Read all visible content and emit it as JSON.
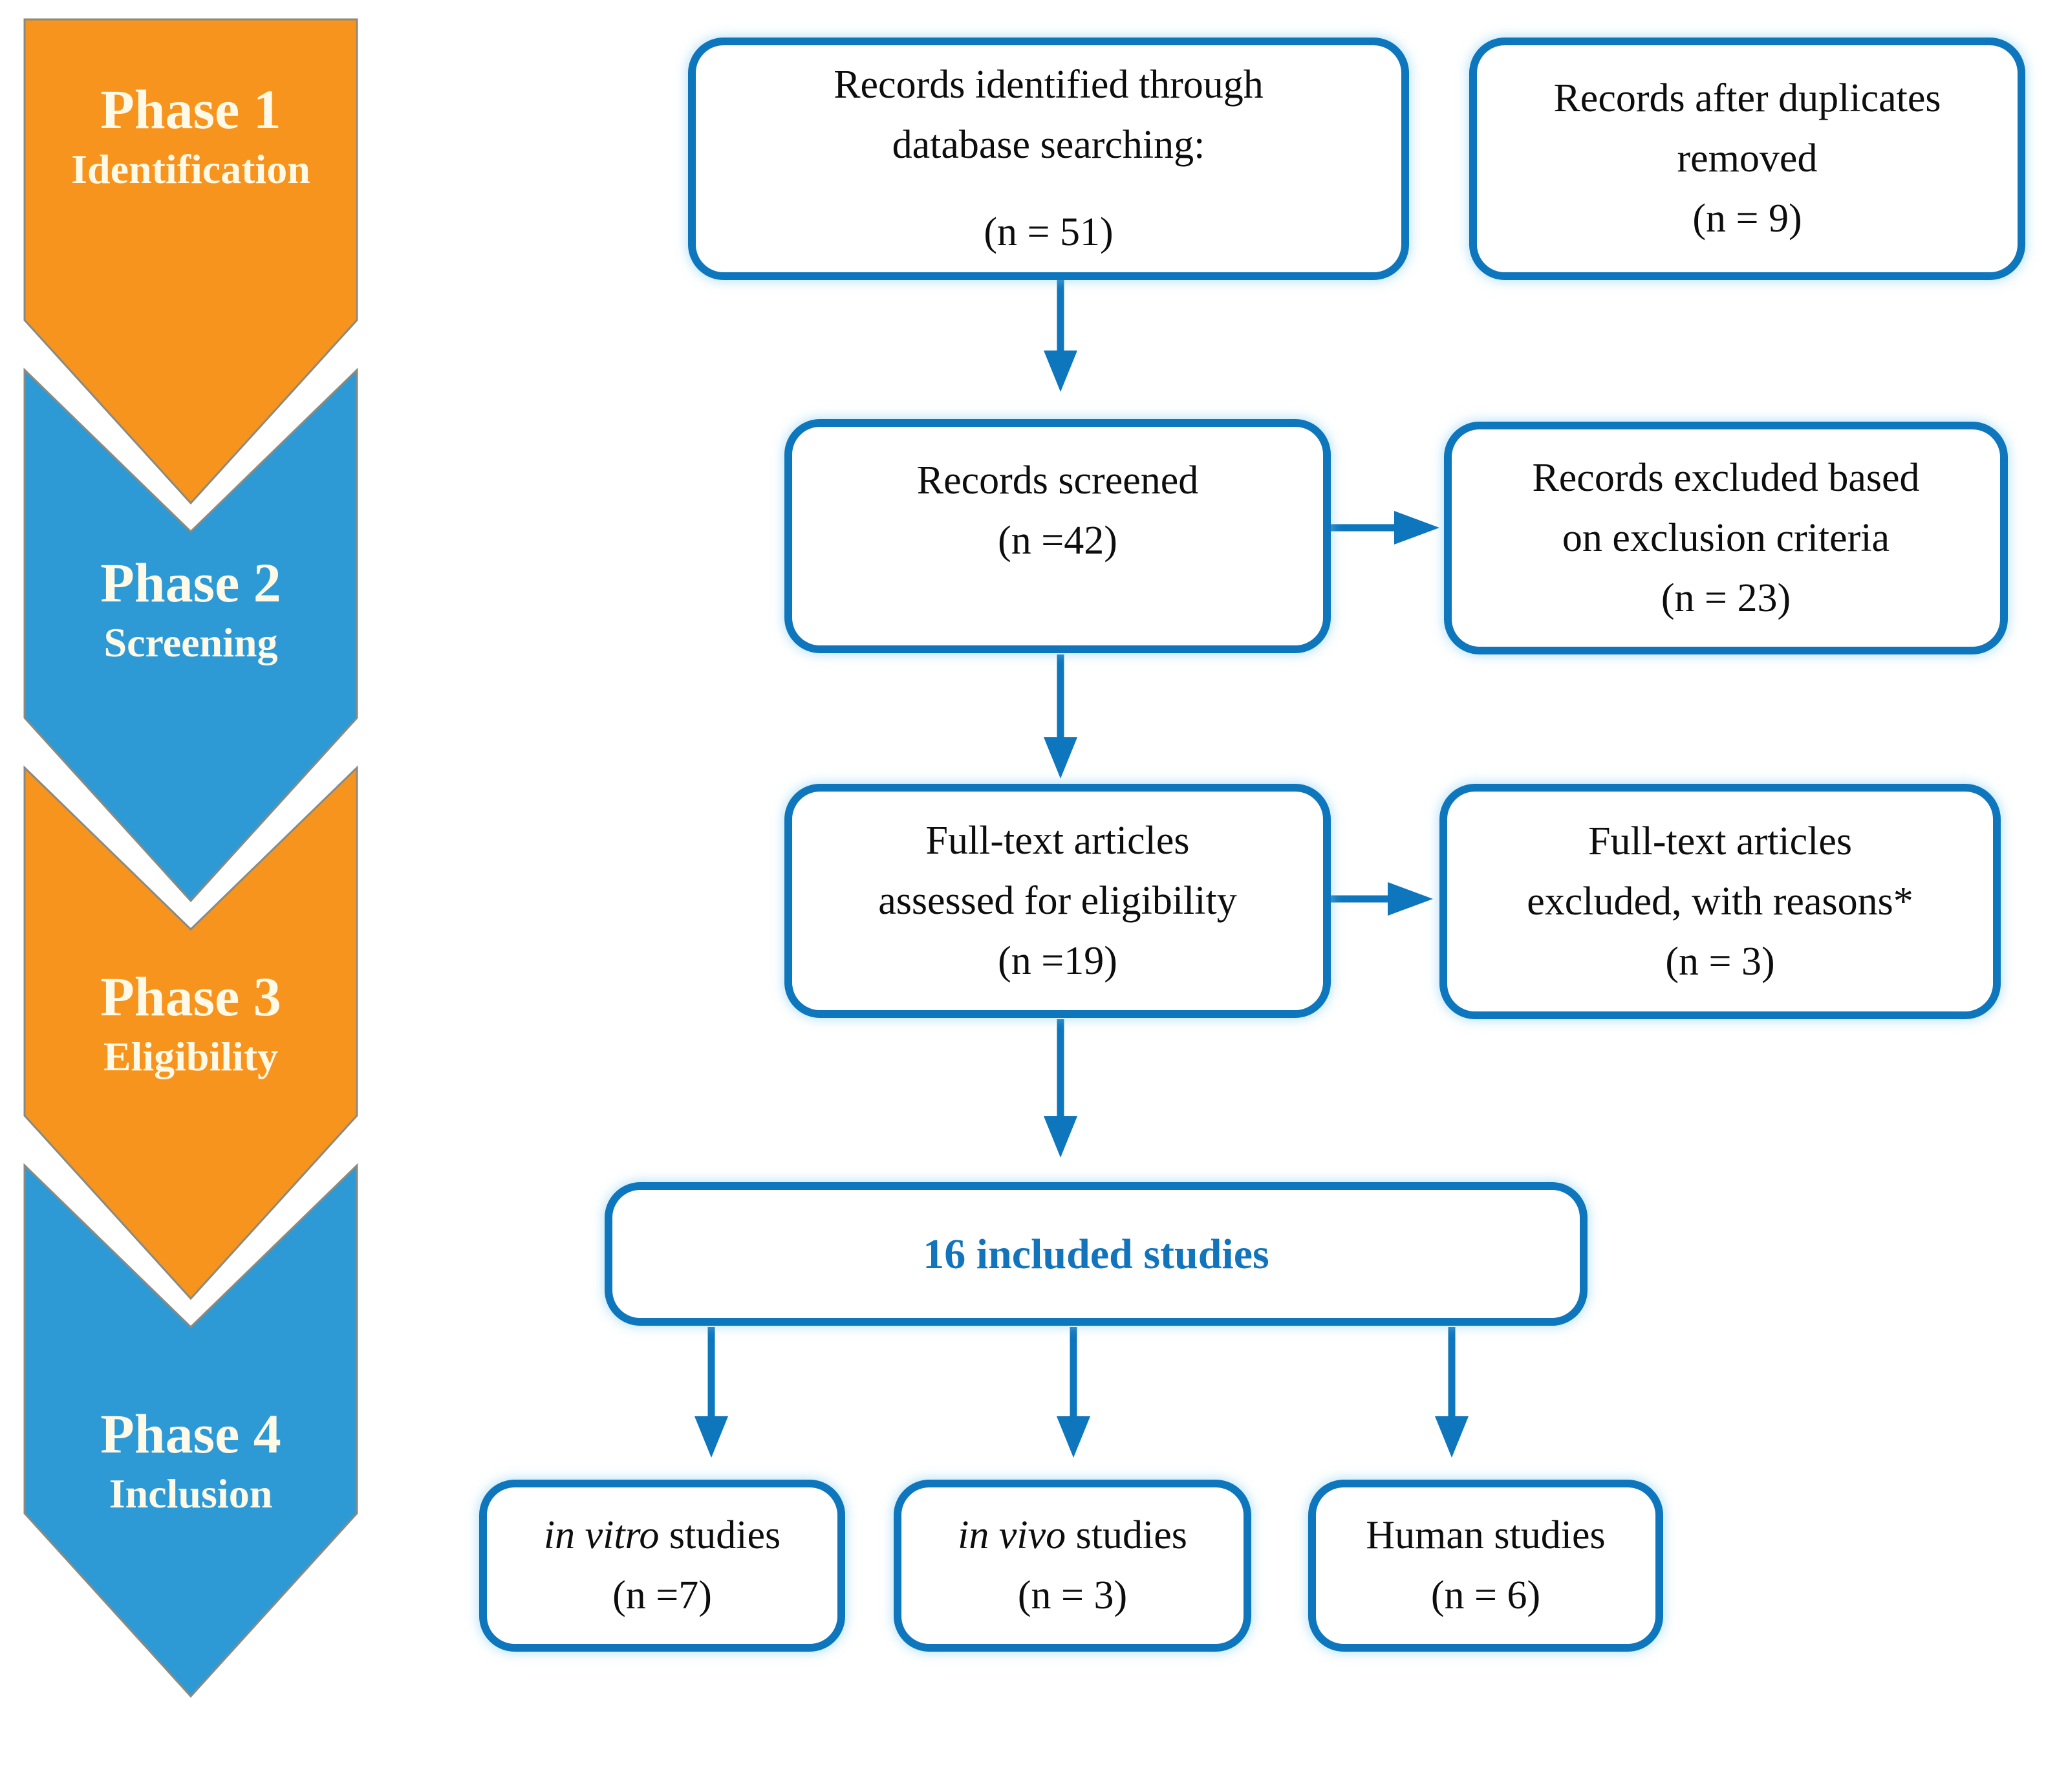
{
  "phases": [
    {
      "label": "Phase 1",
      "sublabel": "Identification",
      "color": "#F7941D"
    },
    {
      "label": "Phase 2",
      "sublabel": "Screening",
      "color": "#2E9AD5"
    },
    {
      "label": "Phase 3",
      "sublabel": "Eligibility",
      "color": "#F7941D"
    },
    {
      "label": "Phase 4",
      "sublabel": "Inclusion",
      "color": "#2E9AD5"
    }
  ],
  "boxes": {
    "identified": {
      "lines": [
        "Records identified through",
        "database searching:"
      ],
      "count": "(n = 51)"
    },
    "duplicates_removed": {
      "lines": [
        "Records after duplicates",
        "removed"
      ],
      "count": "(n = 9)"
    },
    "screened": {
      "lines": [
        "Records screened"
      ],
      "count": "(n =42)"
    },
    "excluded": {
      "lines": [
        "Records excluded  based",
        "on exclusion criteria"
      ],
      "count": "(n = 23)"
    },
    "fulltext_assessed": {
      "lines": [
        "Full-text articles",
        "assessed for eligibility"
      ],
      "count": "(n =19)"
    },
    "fulltext_excluded": {
      "lines": [
        "Full-text articles",
        "excluded, with reasons*"
      ],
      "count": "(n = 3)"
    },
    "included": {
      "label": "16 included studies"
    },
    "in_vitro": {
      "italic": "in vitro",
      "rest": " studies",
      "count": "(n =7)"
    },
    "in_vivo": {
      "italic": "in vivo",
      "rest": " studies",
      "count": "(n = 3)"
    },
    "human": {
      "label": "Human studies",
      "count": "(n = 6)"
    }
  },
  "colors": {
    "chevron_orange": "#F7941D",
    "chevron_blue": "#2E9AD5",
    "box_border_blue": "#0E76BD",
    "arrow_blue": "#0E76BD",
    "included_text_blue": "#1275BC",
    "phase_text": "#FFF9E8"
  }
}
